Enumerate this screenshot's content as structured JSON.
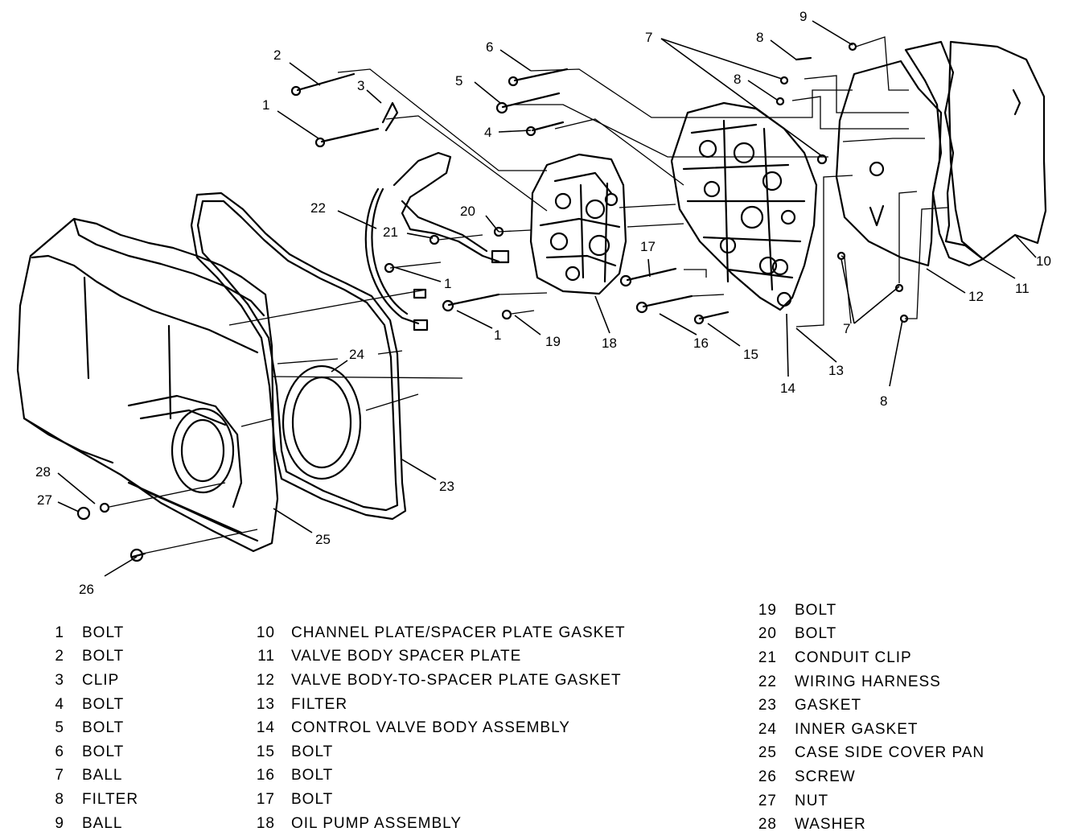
{
  "diagram": {
    "callouts": {
      "c1a": "1",
      "c1b": "1",
      "c1c": "1",
      "c2": "2",
      "c3": "3",
      "c4": "4",
      "c5": "5",
      "c6": "6",
      "c7a": "7",
      "c7b": "7",
      "c8a": "8",
      "c8b": "8",
      "c8c": "8",
      "c9": "9",
      "c10": "10",
      "c11": "11",
      "c12": "12",
      "c13": "13",
      "c14": "14",
      "c15": "15",
      "c16": "16",
      "c17": "17",
      "c18": "18",
      "c19": "19",
      "c20": "20",
      "c21": "21",
      "c22": "22",
      "c23": "23",
      "c24": "24",
      "c25": "25",
      "c26": "26",
      "c27": "27",
      "c28": "28"
    }
  },
  "legend": {
    "col1": [
      {
        "num": "1",
        "name": "BOLT"
      },
      {
        "num": "2",
        "name": "BOLT"
      },
      {
        "num": "3",
        "name": "CLIP"
      },
      {
        "num": "4",
        "name": "BOLT"
      },
      {
        "num": "5",
        "name": "BOLT"
      },
      {
        "num": "6",
        "name": "BOLT"
      },
      {
        "num": "7",
        "name": "BALL"
      },
      {
        "num": "8",
        "name": "FILTER"
      },
      {
        "num": "9",
        "name": "BALL"
      }
    ],
    "col2": [
      {
        "num": "10",
        "name": "CHANNEL PLATE/SPACER PLATE GASKET"
      },
      {
        "num": "11",
        "name": "VALVE BODY SPACER PLATE"
      },
      {
        "num": "12",
        "name": "VALVE BODY-TO-SPACER PLATE GASKET"
      },
      {
        "num": "13",
        "name": "FILTER"
      },
      {
        "num": "14",
        "name": "CONTROL VALVE BODY ASSEMBLY"
      },
      {
        "num": "15",
        "name": "BOLT"
      },
      {
        "num": "16",
        "name": "BOLT"
      },
      {
        "num": "17",
        "name": "BOLT"
      },
      {
        "num": "18",
        "name": "OIL PUMP ASSEMBLY"
      }
    ],
    "col3": [
      {
        "num": "19",
        "name": "BOLT"
      },
      {
        "num": "20",
        "name": "BOLT"
      },
      {
        "num": "21",
        "name": "CONDUIT CLIP"
      },
      {
        "num": "22",
        "name": "WIRING HARNESS"
      },
      {
        "num": "23",
        "name": "GASKET"
      },
      {
        "num": "24",
        "name": "INNER GASKET"
      },
      {
        "num": "25",
        "name": "CASE SIDE COVER PAN"
      },
      {
        "num": "26",
        "name": "SCREW"
      },
      {
        "num": "27",
        "name": "NUT"
      },
      {
        "num": "28",
        "name": "WASHER"
      }
    ]
  }
}
